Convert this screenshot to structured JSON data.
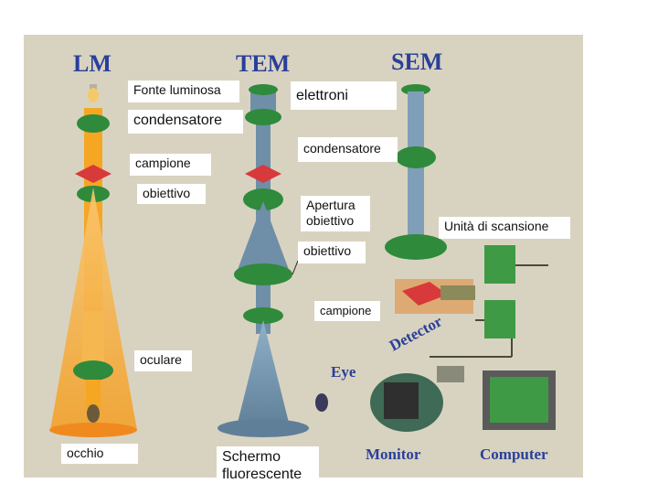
{
  "headers": {
    "lm": "LM",
    "tem": "TEM",
    "sem": "SEM"
  },
  "captions": {
    "detector": "Detector",
    "eye": "Eye",
    "monitor": "Monitor",
    "computer": "Computer"
  },
  "labels": {
    "fonte_luminosa": "Fonte luminosa",
    "elettroni": "elettroni",
    "condensatore_lm": "condensatore",
    "condensatore_tem": "condensatore",
    "campione_lm": "campione",
    "obiettivo_lm": "obiettivo",
    "apertura_obiettivo": "Apertura\nobiettivo",
    "unita_scansione": "Unità di scansione",
    "obiettivo_tem": "obiettivo",
    "campione_sem": "campione",
    "oculare": "oculare",
    "occhio": "occhio",
    "schermo": "Schermo\nfluorescente"
  },
  "colors": {
    "panel": "#d8d3c0",
    "lm_beam": "#f5a623",
    "lm_cone": "#f7b54a",
    "tem_beam": "#6f8fa8",
    "sem_beam": "#7f9fb8",
    "lens": "#2f8a3c",
    "sample": "#d8393a",
    "header": "#2a3f9a",
    "monitor": "#3f9a45",
    "detector_box": "#e0a060"
  }
}
